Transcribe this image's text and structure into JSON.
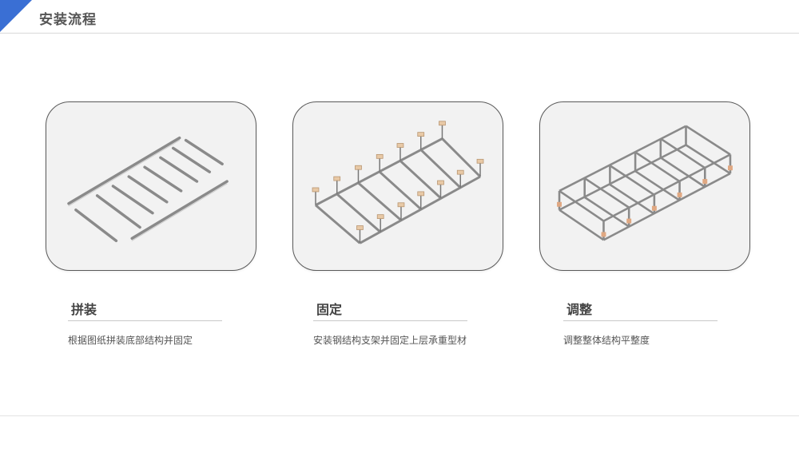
{
  "header": {
    "title": "安装流程"
  },
  "theme": {
    "accent": "#3a6fd4",
    "line": "#d9d9d9",
    "frame": "#5a5a5a",
    "steel": "#8e8e8e",
    "plate": "#e8c9a6"
  },
  "steps": [
    {
      "title": "拼装",
      "description": "根据图纸拼装底部结构并固定",
      "image_icon": "disassembled-frame-icon"
    },
    {
      "title": "固定",
      "description": "安装钢结构支架并固定上层承重型材",
      "image_icon": "frame-with-supports-icon"
    },
    {
      "title": "调整",
      "description": "调整整体结构平整度",
      "image_icon": "completed-frame-icon"
    }
  ]
}
